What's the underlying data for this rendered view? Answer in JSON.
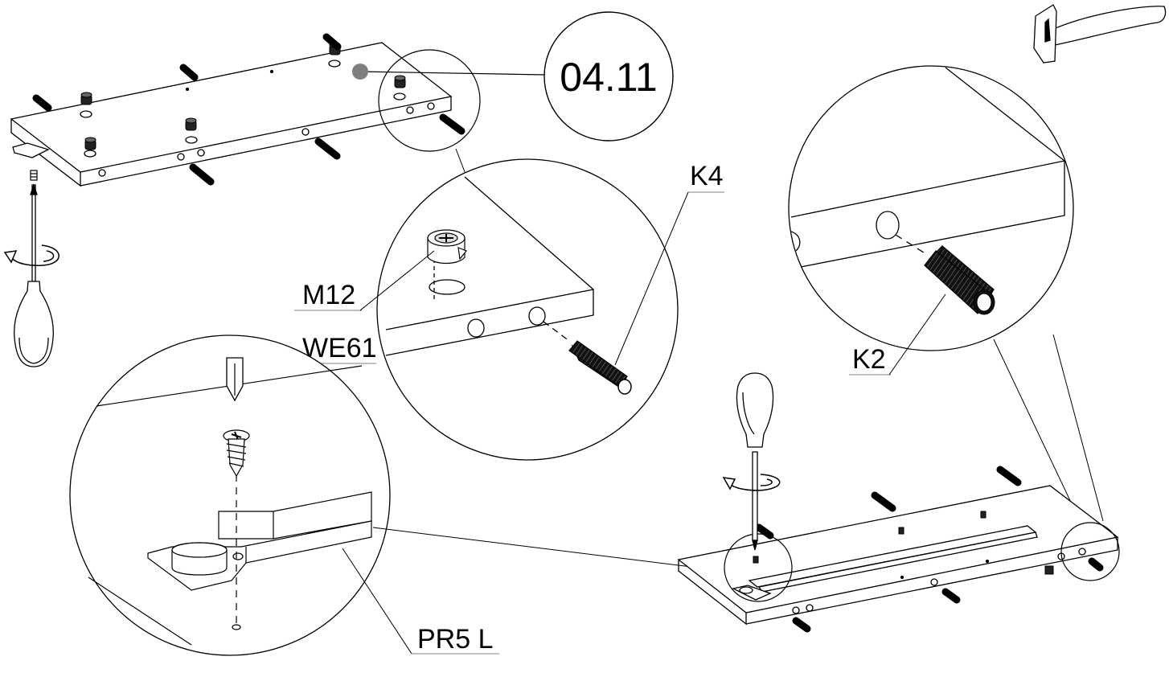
{
  "step": {
    "number": "04.11"
  },
  "parts": {
    "k4": "K4",
    "m12": "M12",
    "we61": "WE61",
    "k2": "K2",
    "pr5l": "PR5 L"
  },
  "tools": [
    "hammer-icon",
    "screwdriver-icon",
    "screwdriver-icon"
  ],
  "colors": {
    "line": "#000000",
    "marker": "#808080",
    "background": "#ffffff"
  }
}
